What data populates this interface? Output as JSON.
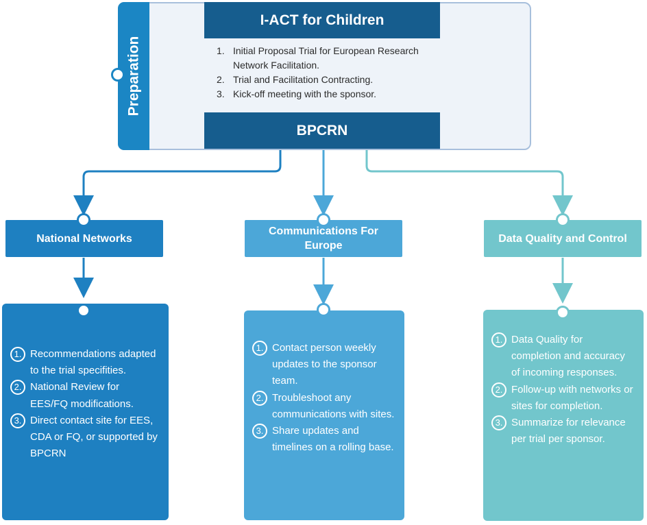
{
  "header": {
    "title": "I-ACT for Children",
    "side_tab": "Preparation",
    "steps": [
      {
        "num": "1.",
        "text": "Initial Proposal Trial for European Research Network Facilitation."
      },
      {
        "num": "2.",
        "text": "Trial and Facilitation Contracting."
      },
      {
        "num": "3.",
        "text": "Kick-off meeting with the sponsor."
      }
    ],
    "footer": "BPCRN"
  },
  "colors": {
    "dark_blue": "#165d8e",
    "blue": "#1e80c1",
    "light_blue": "#4ca7d8",
    "teal": "#72c6cc",
    "panel": "#eef3f9"
  },
  "branches": [
    {
      "title": "National Networks",
      "items": [
        {
          "num": "1.",
          "text": "Recommendations adapted to the trial specifities."
        },
        {
          "num": "2.",
          "text": "National Review for EES/FQ modifications."
        },
        {
          "num": "3.",
          "text": "Direct contact site for EES, CDA or FQ, or supported by BPCRN"
        }
      ]
    },
    {
      "title": "Communications For Europe",
      "items": [
        {
          "num": "1.",
          "text": "Contact person weekly updates to the sponsor team."
        },
        {
          "num": "2.",
          "text": "Troubleshoot any communications with sites."
        },
        {
          "num": "3.",
          "text": "Share updates and timelines on a rolling base."
        }
      ]
    },
    {
      "title": "Data Quality and Control",
      "items": [
        {
          "num": "1.",
          "text": "Data Quality for completion and accuracy of incoming responses."
        },
        {
          "num": "2.",
          "text": "Follow-up with networks or sites for completion."
        },
        {
          "num": "3.",
          "text": "Summarize for relevance per trial per sponsor."
        }
      ]
    }
  ]
}
